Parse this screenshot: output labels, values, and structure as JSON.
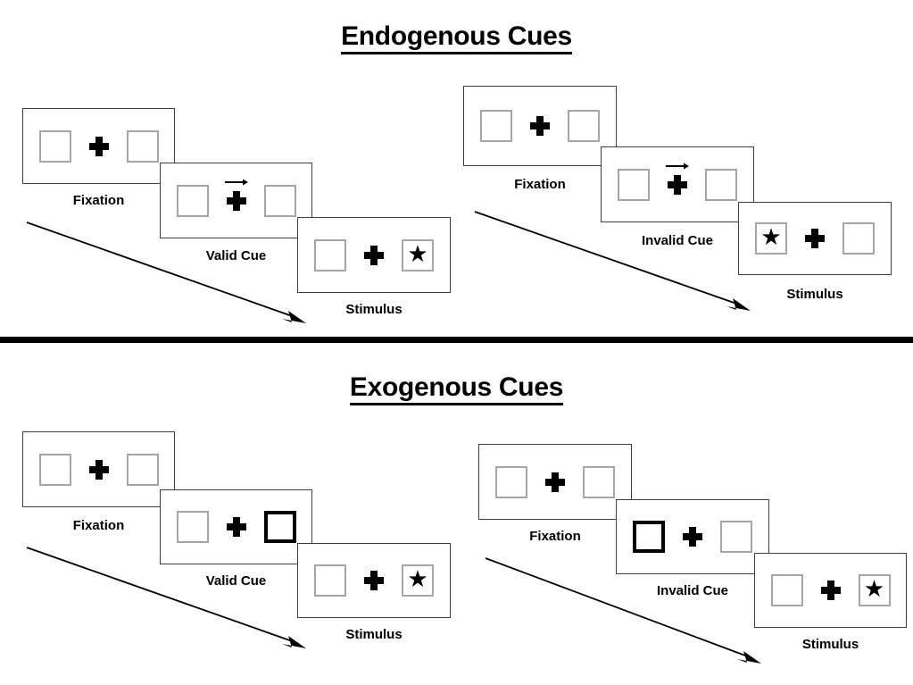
{
  "figure": {
    "sections": [
      {
        "id": "endogenous",
        "title": "Endogenous Cues",
        "groups": [
          {
            "id": "endogenous-valid",
            "panels": [
              {
                "label": "Fixation",
                "left_box": "empty",
                "right_box": "empty",
                "cue_arrow": "none",
                "fixation": "plus-icon"
              },
              {
                "label": "Valid Cue",
                "left_box": "empty",
                "right_box": "empty",
                "cue_arrow": "arrow-right-icon",
                "fixation": "plus-icon"
              },
              {
                "label": "Stimulus",
                "left_box": "empty",
                "right_box": "star",
                "cue_arrow": "none",
                "fixation": "plus-icon"
              }
            ],
            "time_arrow": "time-arrow-icon"
          },
          {
            "id": "endogenous-invalid",
            "panels": [
              {
                "label": "Fixation",
                "left_box": "empty",
                "right_box": "empty",
                "cue_arrow": "none",
                "fixation": "plus-icon"
              },
              {
                "label": "Invalid Cue",
                "left_box": "empty",
                "right_box": "empty",
                "cue_arrow": "arrow-right-icon",
                "fixation": "plus-icon"
              },
              {
                "label": "Stimulus",
                "left_box": "star",
                "right_box": "empty",
                "cue_arrow": "none",
                "fixation": "plus-icon"
              }
            ],
            "time_arrow": "time-arrow-icon"
          }
        ]
      },
      {
        "id": "exogenous",
        "title": "Exogenous Cues",
        "groups": [
          {
            "id": "exogenous-valid",
            "panels": [
              {
                "label": "Fixation",
                "left_box": "empty",
                "right_box": "empty",
                "cue_arrow": "none",
                "fixation": "plus-icon"
              },
              {
                "label": "Valid Cue",
                "left_box": "empty",
                "right_box": "cued",
                "cue_arrow": "none",
                "fixation": "plus-icon"
              },
              {
                "label": "Stimulus",
                "left_box": "empty",
                "right_box": "star",
                "cue_arrow": "none",
                "fixation": "plus-icon"
              }
            ],
            "time_arrow": "time-arrow-icon"
          },
          {
            "id": "exogenous-invalid",
            "panels": [
              {
                "label": "Fixation",
                "left_box": "empty",
                "right_box": "empty",
                "cue_arrow": "none",
                "fixation": "plus-icon"
              },
              {
                "label": "Invalid Cue",
                "left_box": "cued",
                "right_box": "empty",
                "cue_arrow": "none",
                "fixation": "plus-icon"
              },
              {
                "label": "Stimulus",
                "left_box": "empty",
                "right_box": "star",
                "cue_arrow": "none",
                "fixation": "plus-icon"
              }
            ],
            "time_arrow": "time-arrow-icon"
          }
        ]
      }
    ],
    "star_glyph": "★",
    "colors": {
      "frame": "#3f3f3f",
      "box_border": "#a6a6a6",
      "cued_box_border": "#000000",
      "ink": "#000000",
      "background": "#ffffff"
    }
  }
}
